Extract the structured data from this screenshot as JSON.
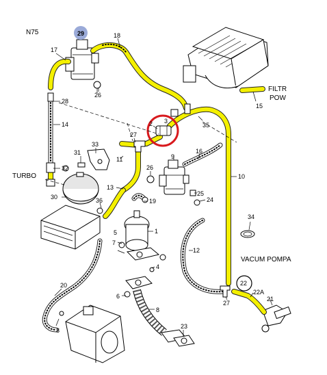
{
  "labels": {
    "n75": "N75",
    "turbo": "TURBO",
    "filtr": "FILTR",
    "pow": "POW",
    "vacum_pompa": "VACUM POMPA"
  },
  "callouts": {
    "c29": "29",
    "c18": "18",
    "c17": "17",
    "c26a": "26",
    "c28": "28",
    "c14": "14",
    "c15": "15",
    "c2": "2",
    "c3": "3",
    "c35": "35",
    "c27a": "27",
    "c33": "33",
    "c31": "31",
    "c32": "32",
    "c11": "11",
    "c16": "16",
    "c10": "10",
    "c9": "9",
    "c26b": "26",
    "c13": "13",
    "c19": "19",
    "c25": "25",
    "c24": "24",
    "c30": "30",
    "c36": "36",
    "c34": "34",
    "c1": "1",
    "c5": "5",
    "c7": "7",
    "c12": "12",
    "c4": "4",
    "c6": "6",
    "c20": "20",
    "c8": "8",
    "c23": "23",
    "c22": "22",
    "c22a": "22A",
    "c27b": "27",
    "c21": "21"
  },
  "highlights": {
    "n75_marker_color": "#9aaad8",
    "valve_circle_color": "#d8191d",
    "hose_color": "#f4f000"
  }
}
